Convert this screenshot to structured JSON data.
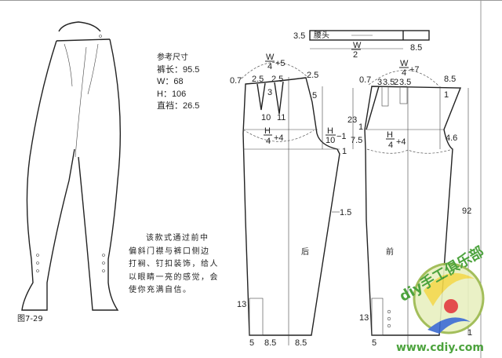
{
  "figure_caption": "图7-29",
  "reference_sizes": {
    "title": "参考尺寸",
    "items": [
      "裤长：95.5",
      "W：68",
      "H：106",
      "直裆：26.5"
    ]
  },
  "description_lines": [
    "该款式通过前中",
    "偏斜门襟与裤口侧边",
    "打裥、钉扣装饰，给人",
    "以眼睛一亮的感觉，会",
    "使你充满自信。"
  ],
  "waistband": {
    "label": "腰头",
    "height": "3.5",
    "length_num": "W",
    "length_den": "2",
    "extension": "8.5"
  },
  "back_piece": {
    "label": "后",
    "waist_num": "W",
    "waist_den": "4",
    "waist_add": "+5",
    "hip_num": "H",
    "hip_den": "4",
    "hip_add": "+4",
    "crotch_num": "H",
    "crotch_den": "10",
    "crotch_add": "−1",
    "labels": {
      "raise": "0.7",
      "dart1": "2.5",
      "dart2": "2.5",
      "dart_gap": "3",
      "side": "2.5",
      "five": "5",
      "dart1_len": "10",
      "dart2_len": "11",
      "crotch_one": "1",
      "seam": "1.5",
      "slit": "13",
      "hem_side": "5",
      "hem_left": "8.5",
      "hem_right": "8.5"
    }
  },
  "front_piece": {
    "label": "前",
    "waist_num": "W",
    "waist_den": "4",
    "waist_add": "+7",
    "hip_num": "H",
    "hip_den": "4",
    "hip_add": "+4",
    "labels": {
      "raise": "0.7",
      "p1": "3",
      "p2": "3.5",
      "p3": "2",
      "p4": "3.5",
      "pocket": "8.5",
      "minus_one": "1",
      "rise": "23",
      "one": "1",
      "seven_five": "7.5",
      "curve": "4.6",
      "length": "92",
      "slit": "13",
      "hem_side": "5",
      "hem_one": "1"
    }
  },
  "watermark": {
    "text": "diy手工俱乐部",
    "url": "www.cdiy.com"
  },
  "colors": {
    "line": "#222222",
    "watermark_green": "#3a9a2a"
  }
}
